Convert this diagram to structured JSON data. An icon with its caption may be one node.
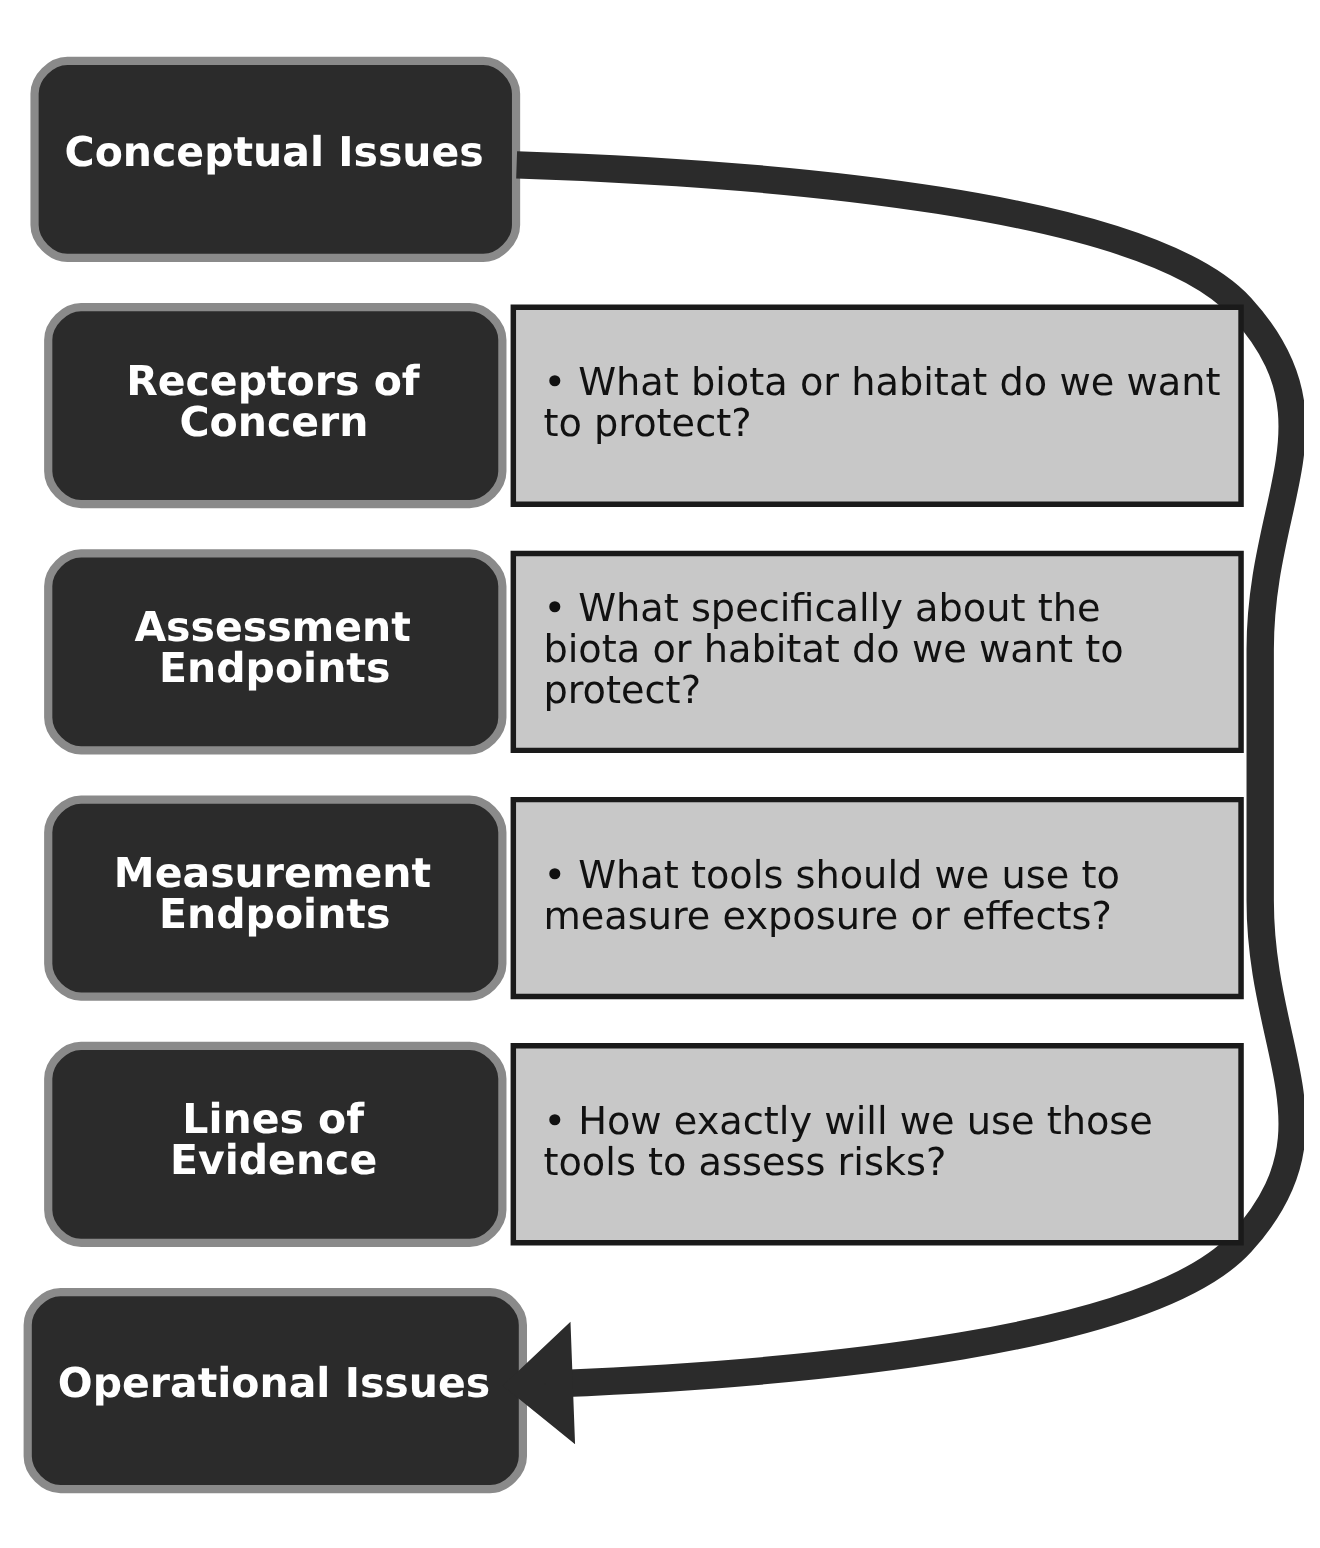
{
  "diagram": {
    "nodes": [
      {
        "text": [
          "Conceptual Issues"
        ]
      },
      {
        "text": [
          "Receptors of Concern"
        ]
      },
      {
        "text": [
          "• What biota or habitat do we want to protect?"
        ]
      },
      {
        "text": [
          "Assessment Endpoints"
        ]
      },
      {
        "text": [
          "• What specifically about the biota or habitat do we want to protect?"
        ]
      },
      {
        "text": [
          "Measurement Endpoints"
        ]
      },
      {
        "text": [
          "• What tools should we use to measure exposure or effects?"
        ]
      },
      {
        "text": [
          "Lines of Evidence"
        ]
      },
      {
        "text": [
          "• How exactly will we use those tools to assess risks?"
        ]
      },
      {
        "text": [
          "Operational Issues"
        ]
      }
    ],
    "edges": [
      {
        "from": 0,
        "to": 9,
        "arrow": "to"
      }
    ]
  }
}
